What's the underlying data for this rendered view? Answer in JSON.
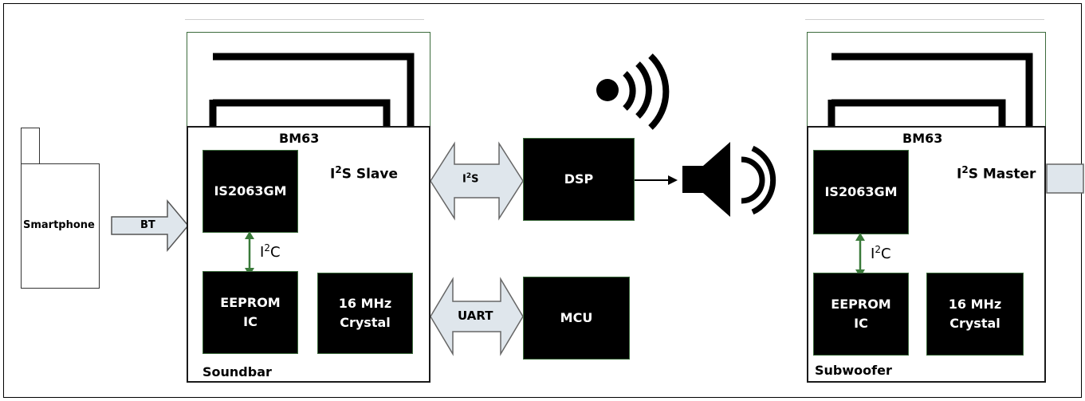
{
  "diagram": {
    "phone": {
      "label": "Smartphone"
    },
    "bt_arrow": {
      "label": "BT"
    },
    "soundbar": {
      "module": "BM63",
      "chip": "IS2063GM",
      "bus_role_prefix": "I",
      "bus_role_sup": "2",
      "bus_role_suffix": "S Slave",
      "i2c_prefix": "I",
      "i2c_sup": "2",
      "i2c_suffix": "C",
      "eeprom": "EEPROM\nIC",
      "crystal": "16 MHz\nCrystal",
      "name": "Soundbar"
    },
    "i2s_arrow": {
      "prefix": "I",
      "sup": "2",
      "suffix": "S"
    },
    "uart_arrow": {
      "label": "UART"
    },
    "dsp": {
      "label": "DSP"
    },
    "mcu": {
      "label": "MCU"
    },
    "subwoofer": {
      "module": "BM63",
      "chip": "IS2063GM",
      "bus_role_prefix": "I",
      "bus_role_sup": "2",
      "bus_role_suffix": "S Master",
      "i2c_prefix": "I",
      "i2c_sup": "2",
      "i2c_suffix": "C",
      "eeprom": "EEPROM\nIC",
      "crystal": "16 MHz\nCrystal",
      "name": "Subwoofer"
    },
    "icons": [
      "wireless-signal-icon",
      "speaker-icon"
    ]
  }
}
